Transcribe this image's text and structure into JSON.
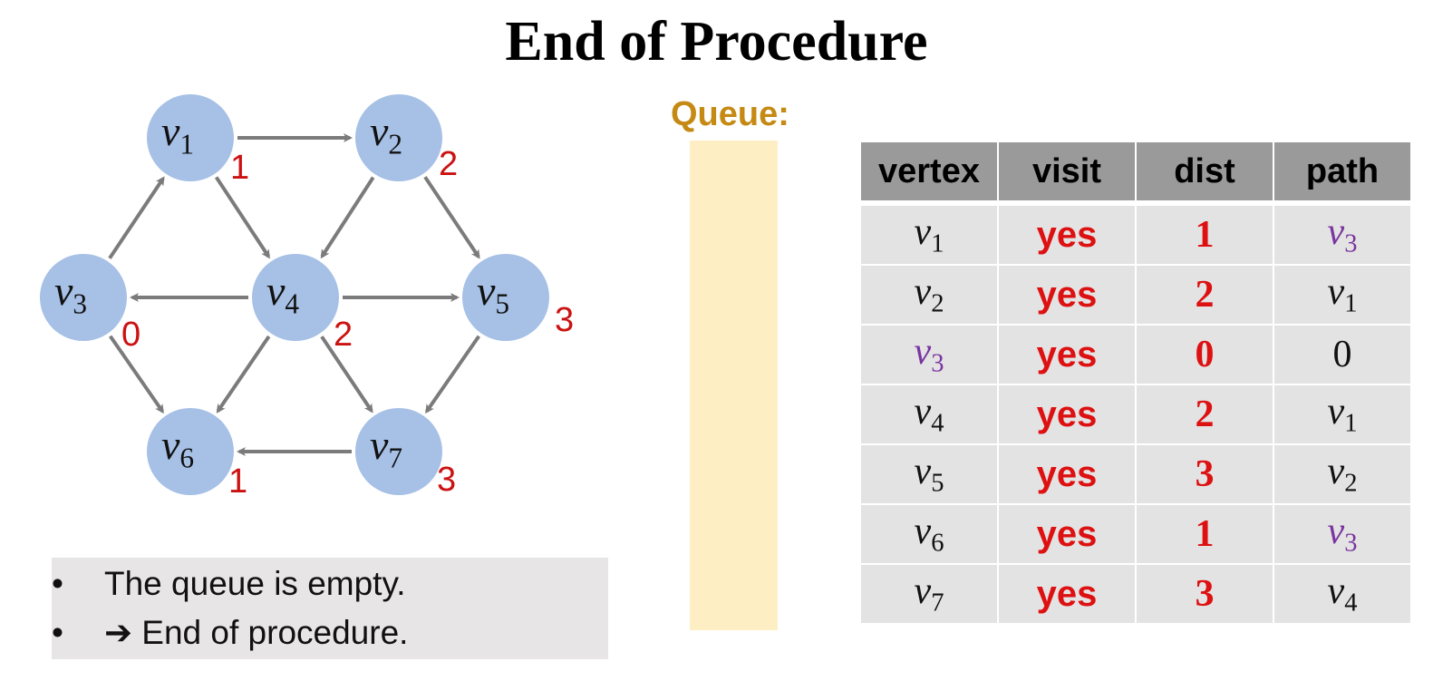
{
  "title": "End of Procedure",
  "queue": {
    "label": "Queue:",
    "items": []
  },
  "graph": {
    "vertices": [
      {
        "id": "v1",
        "base": "v",
        "sub": "1",
        "dist": "1"
      },
      {
        "id": "v2",
        "base": "v",
        "sub": "2",
        "dist": "2"
      },
      {
        "id": "v3",
        "base": "v",
        "sub": "3",
        "dist": "0"
      },
      {
        "id": "v4",
        "base": "v",
        "sub": "4",
        "dist": "2"
      },
      {
        "id": "v5",
        "base": "v",
        "sub": "5",
        "dist": "3"
      },
      {
        "id": "v6",
        "base": "v",
        "sub": "6",
        "dist": "1"
      },
      {
        "id": "v7",
        "base": "v",
        "sub": "7",
        "dist": "3"
      }
    ],
    "edges": [
      [
        "v1",
        "v2"
      ],
      [
        "v1",
        "v4"
      ],
      [
        "v2",
        "v4"
      ],
      [
        "v2",
        "v5"
      ],
      [
        "v3",
        "v1"
      ],
      [
        "v3",
        "v6"
      ],
      [
        "v4",
        "v3"
      ],
      [
        "v4",
        "v5"
      ],
      [
        "v4",
        "v6"
      ],
      [
        "v4",
        "v7"
      ],
      [
        "v5",
        "v7"
      ],
      [
        "v7",
        "v6"
      ]
    ],
    "colors": {
      "node": "#a6c0e6",
      "edge": "#7b7b7b",
      "dist": "#cc1111"
    }
  },
  "notes": {
    "bullet": "•",
    "line1": "The queue is empty.",
    "line2_arrow": "➔",
    "line2": "End of procedure."
  },
  "table": {
    "headers": {
      "vertex": "vertex",
      "visit": "visit",
      "dist": "dist",
      "path": "path"
    },
    "rows": [
      {
        "vertex_base": "v",
        "vertex_sub": "1",
        "visit": "yes",
        "dist": "1",
        "path_base": "v",
        "path_sub": "3"
      },
      {
        "vertex_base": "v",
        "vertex_sub": "2",
        "visit": "yes",
        "dist": "2",
        "path_base": "v",
        "path_sub": "1"
      },
      {
        "vertex_base": "v",
        "vertex_sub": "3",
        "visit": "yes",
        "dist": "0",
        "path_base": "0",
        "path_sub": ""
      },
      {
        "vertex_base": "v",
        "vertex_sub": "4",
        "visit": "yes",
        "dist": "2",
        "path_base": "v",
        "path_sub": "1"
      },
      {
        "vertex_base": "v",
        "vertex_sub": "5",
        "visit": "yes",
        "dist": "3",
        "path_base": "v",
        "path_sub": "2"
      },
      {
        "vertex_base": "v",
        "vertex_sub": "6",
        "visit": "yes",
        "dist": "1",
        "path_base": "v",
        "path_sub": "3"
      },
      {
        "vertex_base": "v",
        "vertex_sub": "7",
        "visit": "yes",
        "dist": "3",
        "path_base": "v",
        "path_sub": "4"
      }
    ],
    "colors": {
      "header_bg": "#9b9a9b",
      "row_bg": "#e4e3e4",
      "highlight": "#7a35a0",
      "value": "#dd1111"
    }
  }
}
